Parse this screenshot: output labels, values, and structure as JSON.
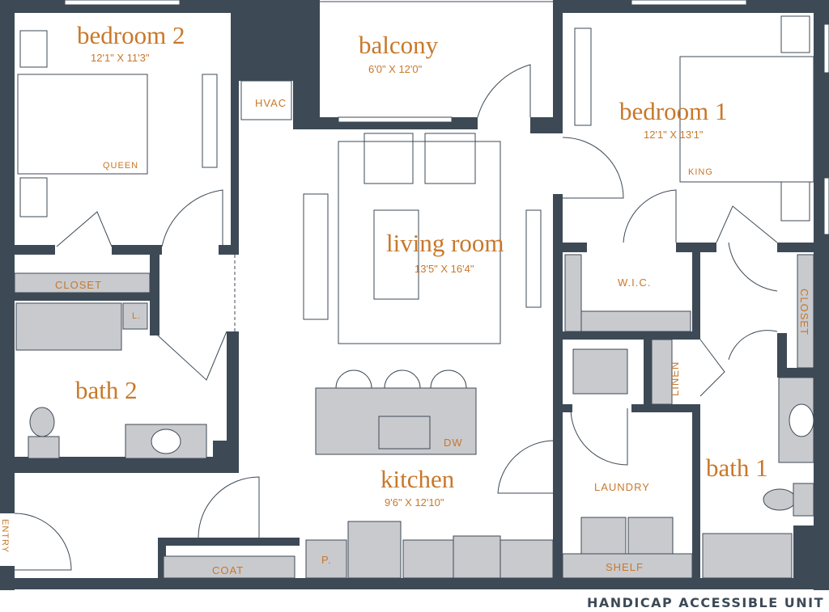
{
  "colors": {
    "wall": "#3d4a56",
    "fixture": "#c9cace",
    "label": "#c8782a"
  },
  "rooms": {
    "bedroom2": {
      "name": "bedroom 2",
      "dims": "12'1\" X 11'3\""
    },
    "balcony": {
      "name": "balcony",
      "dims": "6'0\" X 12'0\""
    },
    "bedroom1": {
      "name": "bedroom 1",
      "dims": "12'1\" X 13'1\""
    },
    "living": {
      "name": "living room",
      "dims": "13'5\" X 16'4\""
    },
    "bath2": {
      "name": "bath 2"
    },
    "kitchen": {
      "name": "kitchen",
      "dims": "9'6\" X 12'10\""
    },
    "bath1": {
      "name": "bath 1"
    }
  },
  "tags": {
    "hvac": "HVAC",
    "queen": "QUEEN",
    "king": "KING",
    "closet_left": "CLOSET",
    "linen_small": "L.",
    "wic": "W.I.C.",
    "closet_right": "CLOSET",
    "linen": "LINEN",
    "dw": "DW",
    "laundry": "LAUNDRY",
    "shelf": "SHELF",
    "coat": "COAT",
    "pantry": "P.",
    "entry": "ENTRY"
  },
  "unit_label": "HANDICAP ACCESSIBLE UNIT"
}
